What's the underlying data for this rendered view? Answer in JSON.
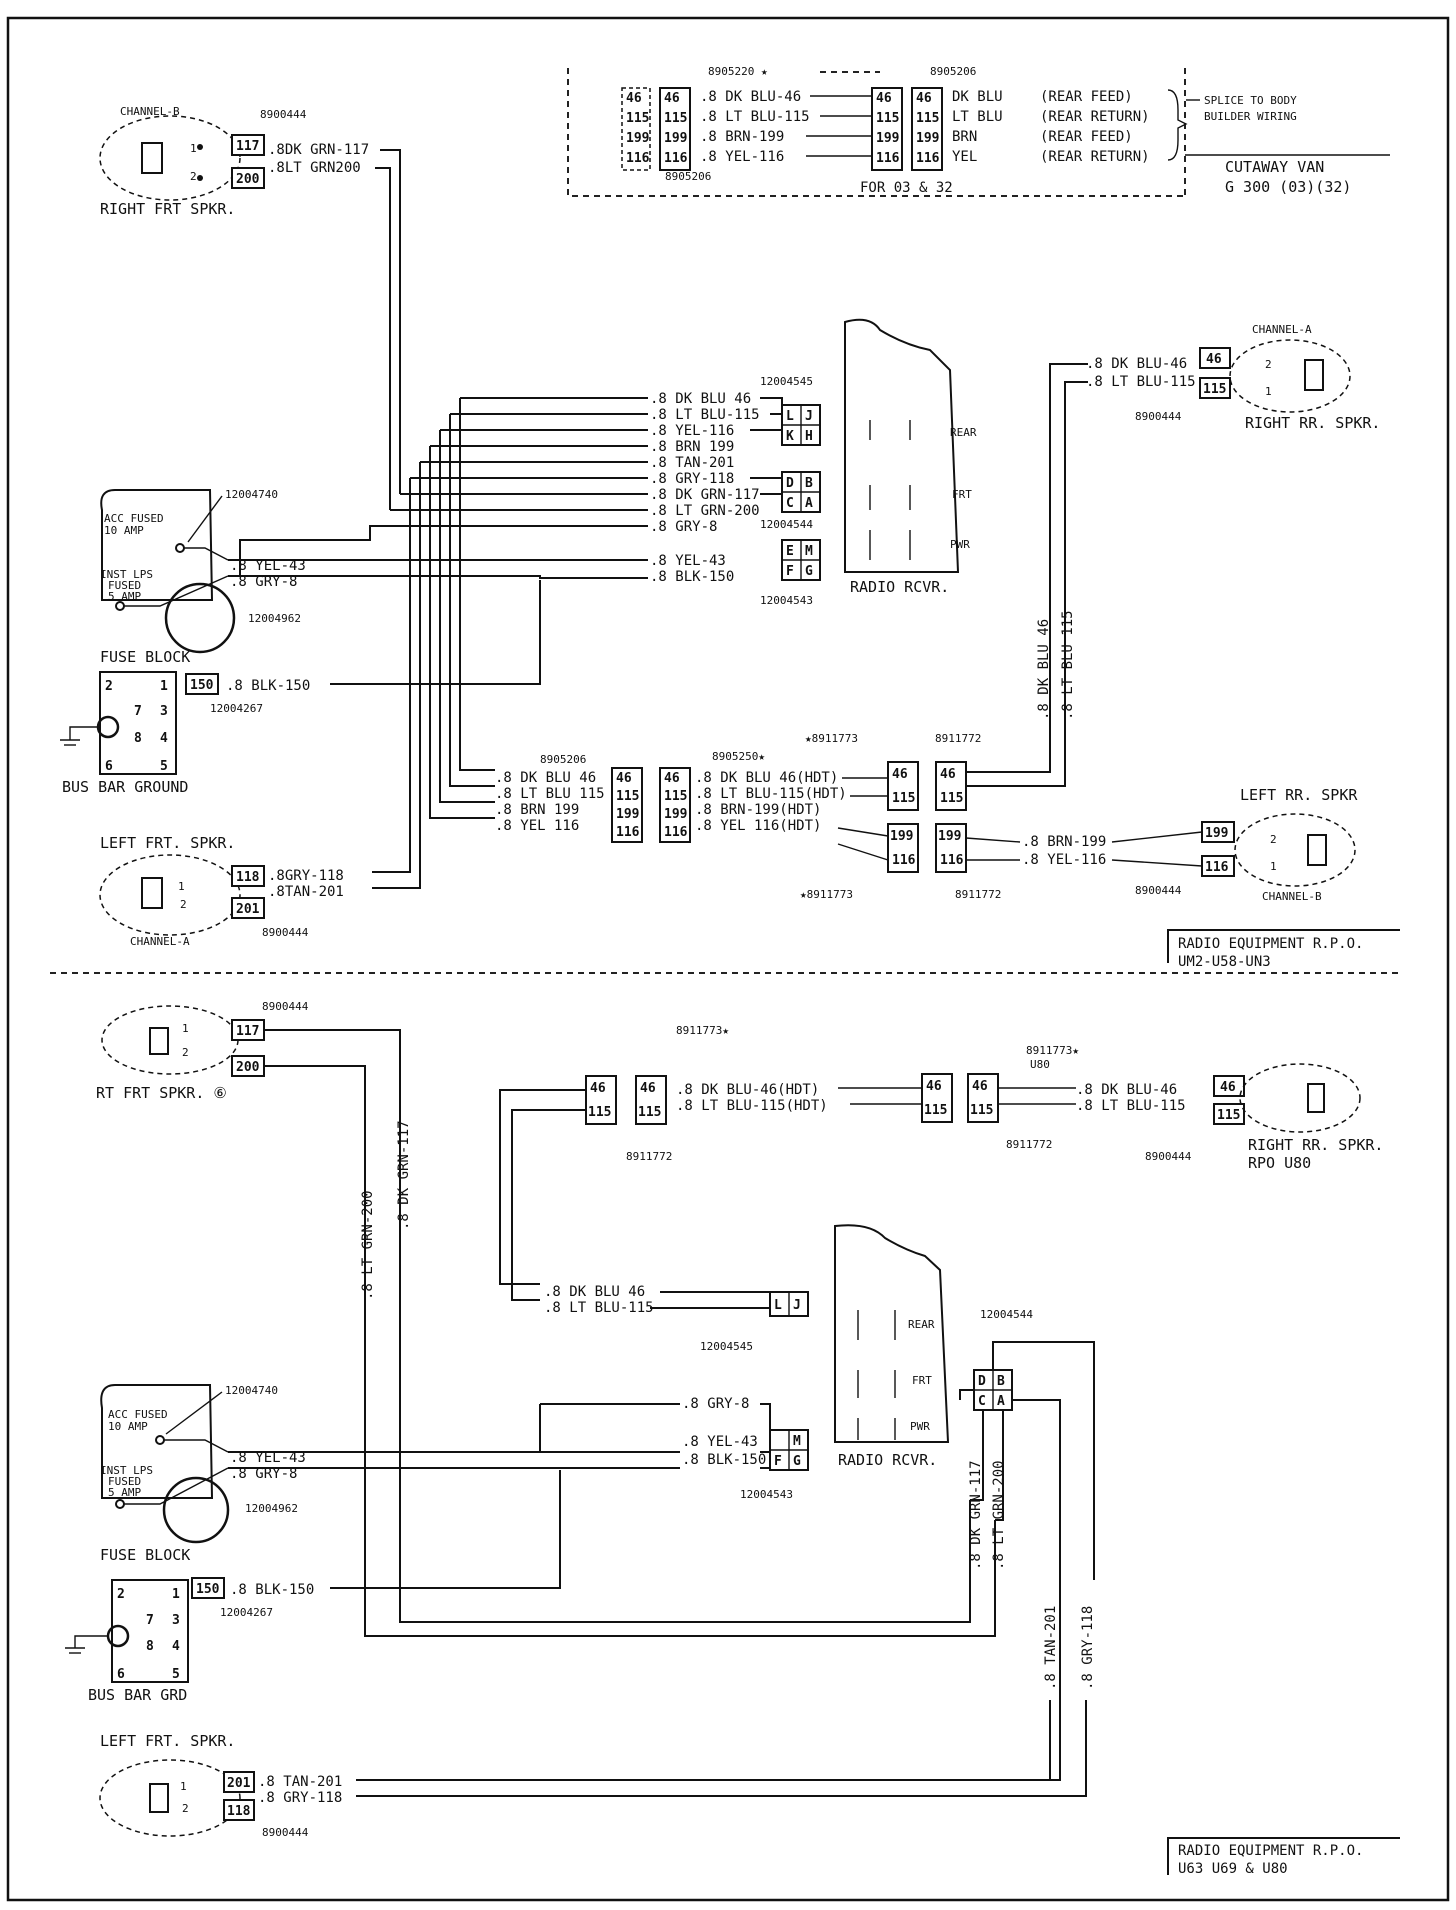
{
  "top": {
    "cutaway": {
      "p_8905220": "8905220 ★",
      "p_8905206a": "8905206",
      "p_8905206b": "8905206",
      "pins": [
        "46",
        "115",
        "199",
        "116"
      ],
      "w1": ".8 DK BLU-46",
      "w2": ".8 LT BLU-115",
      "w3": ".8 BRN-199",
      "w4": ".8 YEL-116",
      "r1": "DK BLU",
      "r2": "LT BLU",
      "r3": "BRN",
      "r4": "YEL",
      "n1": "(REAR FEED)",
      "n2": "(REAR RETURN)",
      "n3": "(REAR FEED)",
      "n4": "(REAR RETURN)",
      "splice1": "SPLICE TO BODY",
      "splice2": "BUILDER WIRING",
      "for": "FOR 03 & 32",
      "title1": "CUTAWAY VAN",
      "title2": "G 300 (03)(32)"
    },
    "rfs": {
      "channel": "CHANNEL-B",
      "part": "8900444",
      "pin1": "117",
      "pin2": "200",
      "w1": ".8DK GRN-117",
      "w2": ".8LT GRN200",
      "name": "RIGHT FRT SPKR."
    },
    "radio": {
      "p_12004545": "12004545",
      "p_12004544": "12004544",
      "p_12004543": "12004543",
      "w1": ".8 DK BLU 46",
      "w2": ".8 LT BLU-115",
      "w3": ".8 YEL-116",
      "w4": ".8 BRN 199",
      "w5": ".8 TAN-201",
      "w6": ".8 GRY-118",
      "w7": ".8 DK GRN-117",
      "w8": ".8 LT GRN-200",
      "w9": ".8 GRY-8",
      "w10": ".8 YEL-43",
      "w11": ".8 BLK-150",
      "pL": "L",
      "pJ": "J",
      "pK": "K",
      "pH": "H",
      "pD": "D",
      "pB": "B",
      "pC": "C",
      "pA": "A",
      "pE": "E",
      "pM": "M",
      "pF": "F",
      "pG": "G",
      "s_rear": "REAR",
      "s_frt": "FRT",
      "s_pwr": "PWR",
      "name": "RADIO RCVR."
    },
    "fuse": {
      "p_12004740": "12004740",
      "acc1": "ACC FUSED",
      "acc2": "10 AMP",
      "inst1": "INST LPS",
      "inst2": "FUSED",
      "inst3": "5 AMP",
      "w1": ".8 YEL-43",
      "w2": ".8 GRY-8",
      "p_12004962": "12004962",
      "name": "FUSE BLOCK"
    },
    "bus": {
      "n2": "2",
      "n1": "1",
      "n7": "7",
      "n3": "3",
      "n8": "8",
      "n4": "4",
      "n6": "6",
      "n5": "5",
      "pin": "150",
      "w": ".8 BLK-150",
      "part": "12004267",
      "name": "BUS BAR GROUND"
    },
    "rrs": {
      "channel": "CHANNEL-A",
      "w1": ".8 DK BLU-46",
      "w2": ".8 LT BLU-115",
      "pin1": "46",
      "pin2": "115",
      "part": "8900444",
      "name": "RIGHT RR. SPKR.",
      "vw1": ".8 DK BLU 46",
      "vw2": ".8 LT BLU 115"
    },
    "mid": {
      "p_8905206": "8905206",
      "p_8905250": "8905250★",
      "p_8911773a": "★8911773",
      "p_8911772a": "8911772",
      "p_8911773b": "★8911773",
      "p_8911772b": "8911772",
      "pins": [
        "46",
        "115",
        "199",
        "116"
      ],
      "l1": ".8 DK BLU 46",
      "l2": ".8 LT BLU 115",
      "l3": ".8 BRN 199",
      "l4": ".8 YEL 116",
      "h1": ".8 DK BLU 46(HDT)",
      "h2": ".8 LT BLU-115(HDT)",
      "h3": ".8 BRN-199(HDT)",
      "h4": ".8 YEL 116(HDT)"
    },
    "lrs": {
      "name": "LEFT RR. SPKR",
      "w1": ".8 BRN-199",
      "w2": ".8 YEL-116",
      "pin1": "199",
      "pin2": "116",
      "part": "8900444",
      "channel": "CHANNEL-B"
    },
    "lfs": {
      "name": "LEFT FRT. SPKR.",
      "pin1": "118",
      "pin2": "201",
      "w1": ".8GRY-118",
      "w2": ".8TAN-201",
      "part": "8900444",
      "channel": "CHANNEL-A"
    },
    "rpo1": "RADIO EQUIPMENT R.P.O.",
    "rpo2": "UM2-U58-UN3"
  },
  "bottom": {
    "rfs": {
      "part": "8900444",
      "pin1": "117",
      "pin2": "200",
      "name": "RT FRT SPKR. ⑥",
      "v1": ".8 LT GRN-200",
      "v2": ".8 DK GRN-117"
    },
    "hdt": {
      "p_8911773a": "8911773★",
      "p_8911772a": "8911772",
      "p_8911773b": "8911773★",
      "u80": "U80",
      "p_8911772b": "8911772",
      "pin1": "46",
      "pin2": "115",
      "w1": ".8 DK BLU-46(HDT)",
      "w2": ".8 LT BLU-115(HDT)"
    },
    "rrs": {
      "w1": ".8 DK BLU-46",
      "w2": ".8 LT BLU-115",
      "pin1": "46",
      "pin2": "115",
      "part": "8900444",
      "name1": "RIGHT RR. SPKR.",
      "name2": "RPO U80"
    },
    "radio": {
      "w1": ".8 DK BLU 46",
      "w2": ".8 LT BLU-115",
      "p_12004545": "12004545",
      "p_12004544": "12004544",
      "w3": ".8 GRY-8",
      "w4": ".8 YEL-43",
      "w5": ".8 BLK-150",
      "p_12004543": "12004543",
      "pL": "L",
      "pJ": "J",
      "pD": "D",
      "pB": "B",
      "pC": "C",
      "pA": "A",
      "pM": "M",
      "pF": "F",
      "pG": "G",
      "s_rear": "REAR",
      "s_frt": "FRT",
      "s_pwr": "PWR",
      "name": "RADIO RCVR.",
      "v1": ".8 DK GRN-117",
      "v2": ".8 LT GRN-200",
      "v3": ".8 TAN-201",
      "v4": ".8 GRY-118"
    },
    "fuse": {
      "p_12004740": "12004740",
      "acc1": "ACC FUSED",
      "acc2": "10 AMP",
      "inst1": "INST LPS",
      "inst2": "FUSED",
      "inst3": "5 AMP",
      "w1": ".8 YEL-43",
      "w2": ".8 GRY-8",
      "p_12004962": "12004962",
      "name": "FUSE BLOCK"
    },
    "bus": {
      "n2": "2",
      "n1": "1",
      "n7": "7",
      "n3": "3",
      "n8": "8",
      "n4": "4",
      "n6": "6",
      "n5": "5",
      "pin": "150",
      "w": ".8 BLK-150",
      "part": "12004267",
      "name": "BUS BAR GRD"
    },
    "lfs": {
      "name": "LEFT FRT. SPKR.",
      "pin1": "201",
      "pin2": "118",
      "w1": ".8 TAN-201",
      "w2": ".8 GRY-118",
      "part": "8900444"
    },
    "rpo1": "RADIO EQUIPMENT R.P.O.",
    "rpo2": "U63 U69 & U80"
  }
}
